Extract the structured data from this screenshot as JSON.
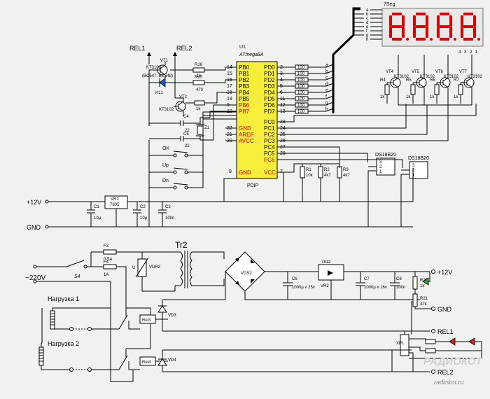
{
  "mcu": {
    "ref": "U1",
    "part": "ATmega8A",
    "package": "PDIP",
    "left_pins": [
      {
        "num": "14",
        "name": "PB0",
        "red": false
      },
      {
        "num": "15",
        "name": "PB1",
        "red": false
      },
      {
        "num": "16",
        "name": "PB2",
        "red": false
      },
      {
        "num": "17",
        "name": "PB3",
        "red": false
      },
      {
        "num": "18",
        "name": "PB4",
        "red": false
      },
      {
        "num": "19",
        "name": "PB5",
        "red": false
      },
      {
        "num": "9",
        "name": "PB6",
        "red": true
      },
      {
        "num": "10",
        "name": "PB7",
        "red": true
      }
    ],
    "left_pins_low": [
      {
        "num": "22",
        "name": "GND",
        "red": true
      },
      {
        "num": "21",
        "name": "AREF",
        "red": true
      },
      {
        "num": "20",
        "name": "AVCC",
        "red": true
      }
    ],
    "gnd_pin": {
      "num": "8",
      "name": "GND"
    },
    "right_pins": [
      {
        "num": "2",
        "name": "PD0"
      },
      {
        "num": "3",
        "name": "PD1"
      },
      {
        "num": "4",
        "name": "PD2"
      },
      {
        "num": "5",
        "name": "PD3"
      },
      {
        "num": "6",
        "name": "PD4"
      },
      {
        "num": "11",
        "name": "PD5"
      },
      {
        "num": "12",
        "name": "PD6"
      },
      {
        "num": "13",
        "name": "PD7"
      }
    ],
    "right_pins_low": [
      {
        "num": "23",
        "name": "PC0",
        "red": false
      },
      {
        "num": "24",
        "name": "PC1",
        "red": false
      },
      {
        "num": "25",
        "name": "PC2",
        "red": false
      },
      {
        "num": "26",
        "name": "PC3",
        "red": false
      },
      {
        "num": "27",
        "name": "PC4",
        "red": false
      },
      {
        "num": "28",
        "name": "PC5",
        "red": false
      },
      {
        "num": "",
        "name": "PC6",
        "red": true
      }
    ],
    "vcc_pin": {
      "num": "7",
      "name": "VCC"
    }
  },
  "segment_resistors": [
    "100",
    "100",
    "100",
    "100",
    "100",
    "100",
    "100",
    "100"
  ],
  "segment_letters": [
    "a",
    "b",
    "c",
    "d",
    "e",
    "f",
    "g",
    "h"
  ],
  "display": {
    "label": "7Seg",
    "digits": "8.8.8.8",
    "bus_letters": [
      "a",
      "b",
      "c",
      "d",
      "e",
      "f",
      "g",
      "h"
    ],
    "digit_pins": [
      "4",
      "3",
      "2",
      "1"
    ]
  },
  "digit_transistors": [
    {
      "ref": "VT4",
      "part": "KT3102",
      "res_ref": "R4",
      "res_val": "1k"
    },
    {
      "ref": "VT5",
      "part": "KT3102",
      "res_ref": "R5",
      "res_val": "1k"
    },
    {
      "ref": "VT6",
      "part": "KT3102",
      "res_ref": "R6",
      "res_val": "1k"
    },
    {
      "ref": "VT7",
      "part": "KT3102",
      "res_ref": "R7",
      "res_val": "1k"
    }
  ],
  "relay_drivers": {
    "rel1": "REL1",
    "rel2": "REL2",
    "vt1_ref": "VT1",
    "vt1_part": "KT3102",
    "vt1_alt": "(BC547, BC548)",
    "vt2_ref": "VT2",
    "vt2_part": "KT3102",
    "led": "HL1",
    "r16_ref": "R16",
    "r16_val": "1k",
    "r17_ref": "R17",
    "r17_val": "470",
    "r18_val": "1k"
  },
  "crystal": {
    "c4": "C4",
    "c5": "C5",
    "c4_val": "22",
    "c5_val": "22",
    "z1": "Z1"
  },
  "buttons": [
    "OK",
    "Up",
    "Dn"
  ],
  "pullups": [
    {
      "ref": "R1",
      "val": "10k"
    },
    {
      "ref": "R2",
      "val": "4k7"
    },
    {
      "ref": "R3",
      "val": "4k7"
    }
  ],
  "sensors": [
    {
      "ref": "DS18B20",
      "pins": [
        "3",
        "2",
        "1"
      ]
    },
    {
      "ref": "DS18B20",
      "pins": [
        "3",
        "2",
        "1"
      ]
    }
  ],
  "supply": {
    "v12": "+12V",
    "gnd": "GND",
    "vr1_ref": "VR1",
    "vr1_part": "7805",
    "caps": [
      {
        "ref": "C1",
        "val": "10µ"
      },
      {
        "ref": "C2",
        "val": "10µ"
      },
      {
        "ref": "C3",
        "val": "100n"
      }
    ]
  },
  "mains": {
    "input": "~220V",
    "switch": "S4",
    "f3_ref": "F3",
    "f3_val": "0.5A",
    "f4_ref": "F4",
    "f4_val": "1A",
    "varistor": "VDR2",
    "transformer": "Tr2",
    "bridge": "VDS2",
    "c6_ref": "C6",
    "c6_val": "1000µ x 25v",
    "vr2_top": "7812",
    "vr2_ref": "VR2",
    "c7_ref": "C7",
    "c7_val": "1000µ x 16v",
    "c8_ref": "C8",
    "c8_val": "100n",
    "r20_ref": "R20",
    "r20_val": "1k",
    "r21_ref": "R21",
    "r21_val": "47k",
    "out_v12": "+12V",
    "out_gnd": "GND",
    "out_rel1": "REL1",
    "out_rel2": "REL2",
    "load1": "Нагрузка 1",
    "load2": "Нагрузка 2",
    "rel3": "Rel3",
    "rel4": "Rel4",
    "vd3": "VD3",
    "vd4": "VD4",
    "connector": "XP1"
  },
  "watermark": {
    "logo": "РАДИОКОТ",
    "url": "radiokot.ru"
  }
}
